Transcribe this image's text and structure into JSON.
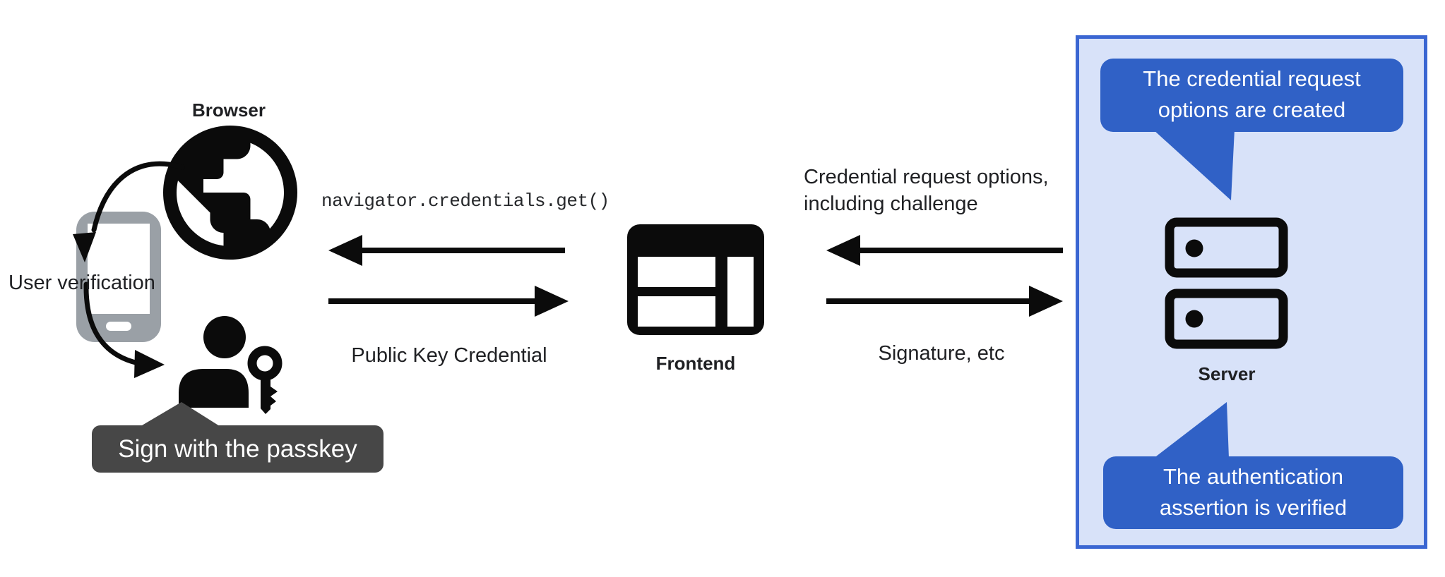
{
  "left": {
    "browser_label": "Browser",
    "user_verification_label": "User verification",
    "passkey_badge_label": "Sign with the passkey"
  },
  "flow_left": {
    "code_call": "navigator.credentials.get()",
    "response": "Public Key Credential"
  },
  "frontend": {
    "label": "Frontend"
  },
  "flow_right": {
    "request_line1": "Credential request options,",
    "request_line2": "including challenge",
    "response": "Signature, etc"
  },
  "server_panel": {
    "top_bubble": {
      "line1": "The credential request",
      "line2": "options are created"
    },
    "server_label": "Server",
    "bottom_bubble": {
      "line1": "The authentication",
      "line2": "assertion is verified"
    }
  },
  "colors": {
    "icon_black": "#0b0b0b",
    "text_color": "#1f2023",
    "phone_gray": "#9aa0a6",
    "badge_gray": "#474747",
    "bubble_blue": "#3061c6",
    "panel_fill": "#d8e2f9",
    "panel_border": "#3a66d2"
  }
}
